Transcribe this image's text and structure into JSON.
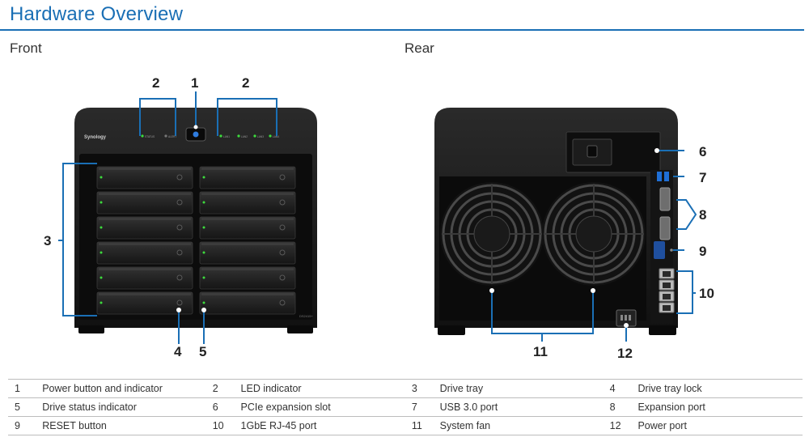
{
  "page_title": "Hardware Overview",
  "front_label": "Front",
  "rear_label": "Rear",
  "device": {
    "brand": "Synology",
    "model": "DS2415+",
    "indicator_labels": [
      "STATUS",
      "ALERT",
      "LAN1",
      "LAN2",
      "LAN3",
      "LAN4"
    ]
  },
  "callouts": {
    "c1": "1",
    "c2a": "2",
    "c2b": "2",
    "c3": "3",
    "c4": "4",
    "c5": "5",
    "c6": "6",
    "c7": "7",
    "c8": "8",
    "c9": "9",
    "c10": "10",
    "c11": "11",
    "c12": "12"
  },
  "legend": [
    {
      "number": "1",
      "label": "Power button and indicator"
    },
    {
      "number": "2",
      "label": "LED indicator"
    },
    {
      "number": "3",
      "label": "Drive tray"
    },
    {
      "number": "4",
      "label": "Drive tray lock"
    },
    {
      "number": "5",
      "label": "Drive status indicator"
    },
    {
      "number": "6",
      "label": "PCIe expansion slot"
    },
    {
      "number": "7",
      "label": "USB 3.0 port"
    },
    {
      "number": "8",
      "label": "Expansion port"
    },
    {
      "number": "9",
      "label": "RESET button"
    },
    {
      "number": "10",
      "label": "1GbE RJ-45 port"
    },
    {
      "number": "11",
      "label": "System fan"
    },
    {
      "number": "12",
      "label": "Power port"
    }
  ],
  "colors": {
    "accent": "#1a6fb5",
    "led_green": "#3ddc3d",
    "chassis": "#1b1b1b"
  }
}
